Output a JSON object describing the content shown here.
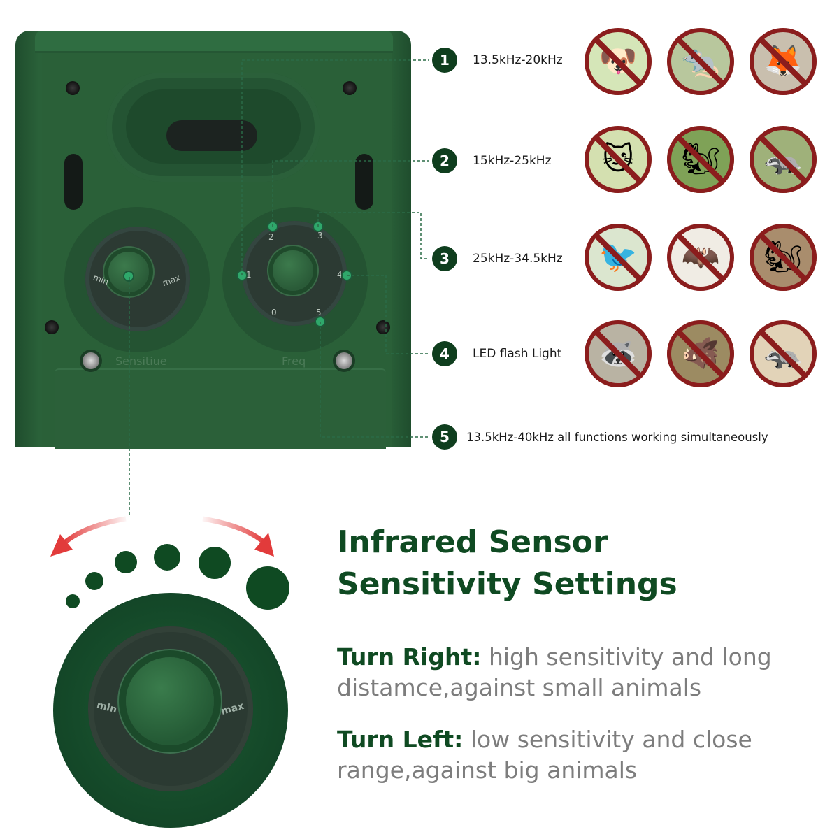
{
  "device": {
    "left_knob_label": "Sensitiue",
    "right_knob_label": "Freq",
    "dial_min": "min",
    "dial_max": "max",
    "freq_ticks": [
      "0",
      "1",
      "2",
      "3",
      "4",
      "5"
    ]
  },
  "modes": [
    {
      "number": "1",
      "text": "13.5kHz-20kHz",
      "animals": [
        "dog",
        "rat",
        "fox"
      ]
    },
    {
      "number": "2",
      "text": "15kHz-25kHz",
      "animals": [
        "cat",
        "squirrel",
        "badger"
      ]
    },
    {
      "number": "3",
      "text": "25kHz-34.5kHz",
      "animals": [
        "bird",
        "bat",
        "chipmunk"
      ]
    },
    {
      "number": "4",
      "text": "LED flash Light",
      "animals": [
        "raccoon",
        "boar",
        "honey-badger"
      ]
    },
    {
      "number": "5",
      "text": "13.5kHz-40kHz all functions working simultaneously"
    }
  ],
  "icons": {
    "dog": "🐶",
    "rat": "🐀",
    "fox": "🦊",
    "cat": "🐱",
    "squirrel": "🐿",
    "badger": "🦡",
    "bird": "🐦",
    "bat": "🦇",
    "chipmunk": "🐿",
    "raccoon": "🦝",
    "boar": "🐗",
    "honey-badger": "🦡"
  },
  "colors": {
    "brand_green": "#0f4a22",
    "badge_green": "#0f3e1e",
    "prohibit_red": "#8b1d1d",
    "arrow_red": "#e23b3b",
    "body_text_gray": "#7d7d7d"
  },
  "big_knob": {
    "min": "min",
    "max": "max"
  },
  "headline": {
    "line1": "Infrared Sensor",
    "line2": "Sensitivity Settings"
  },
  "instructions": {
    "right": {
      "lead": "Turn Right:",
      "text": "high sensitivity and long distamce,against small animals"
    },
    "left": {
      "lead": "Turn Left:",
      "text": "low sensitivity and close range,against big animals"
    }
  }
}
